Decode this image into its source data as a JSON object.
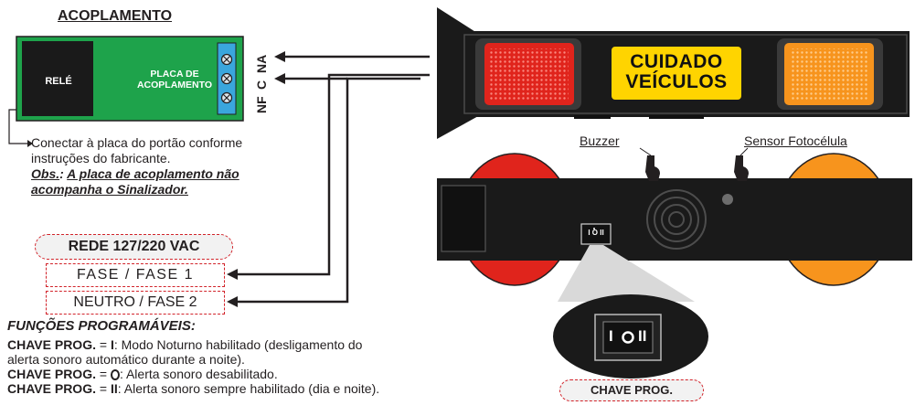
{
  "coupling": {
    "title": "ACOPLAMENTO",
    "relay_label": "RELÉ",
    "board_label_line1": "PLACA DE",
    "board_label_line2": "ACOPLAMENTO",
    "terminals": [
      "NA",
      "C",
      "NF"
    ],
    "board_color": "#1ea34b"
  },
  "instructions": {
    "connect_line1": "Conectar à placa do portão conforme",
    "connect_line2": "instruções do fabricante.",
    "obs_prefix": "Obs.",
    "obs_sep": ": ",
    "obs_line1": "A placa de acoplamento não",
    "obs_line2": "acompanha o Sinalizador."
  },
  "power": {
    "title": "REDE 127/220 VAC",
    "line1": "FASE / FASE 1",
    "line2": "NEUTRO / FASE 2"
  },
  "functions": {
    "title": "FUNÇÕES PROGRAMÁVEIS:",
    "items": [
      {
        "key": "CHAVE PROG.",
        "eq": " = ",
        "mode": "I",
        "text": ": Modo Noturno habilitado (desligamento do"
      },
      {
        "continuation": "alerta sonoro automático durante a noite)."
      },
      {
        "key": "CHAVE PROG.",
        "eq": " = ",
        "text": ": Alerta sonoro desabilitado."
      },
      {
        "key": "CHAVE PROG.",
        "eq": " = ",
        "mode": "II",
        "text": ": Alerta sonoro sempre habilitado (dia e noite)."
      }
    ]
  },
  "device": {
    "sign_line1": "CUIDADO",
    "sign_line2": "VEÍCULOS",
    "buzzer_label": "Buzzer",
    "sensor_label": "Sensor Fotocélula",
    "switch_small": "I O II",
    "switch_zoom_i": "I",
    "switch_zoom_ii": "II",
    "switch_label": "CHAVE PROG.",
    "colors": {
      "red": "#e0241c",
      "orange": "#f7941d",
      "yellow": "#ffd400",
      "accent_dash": "#d2232a"
    }
  }
}
